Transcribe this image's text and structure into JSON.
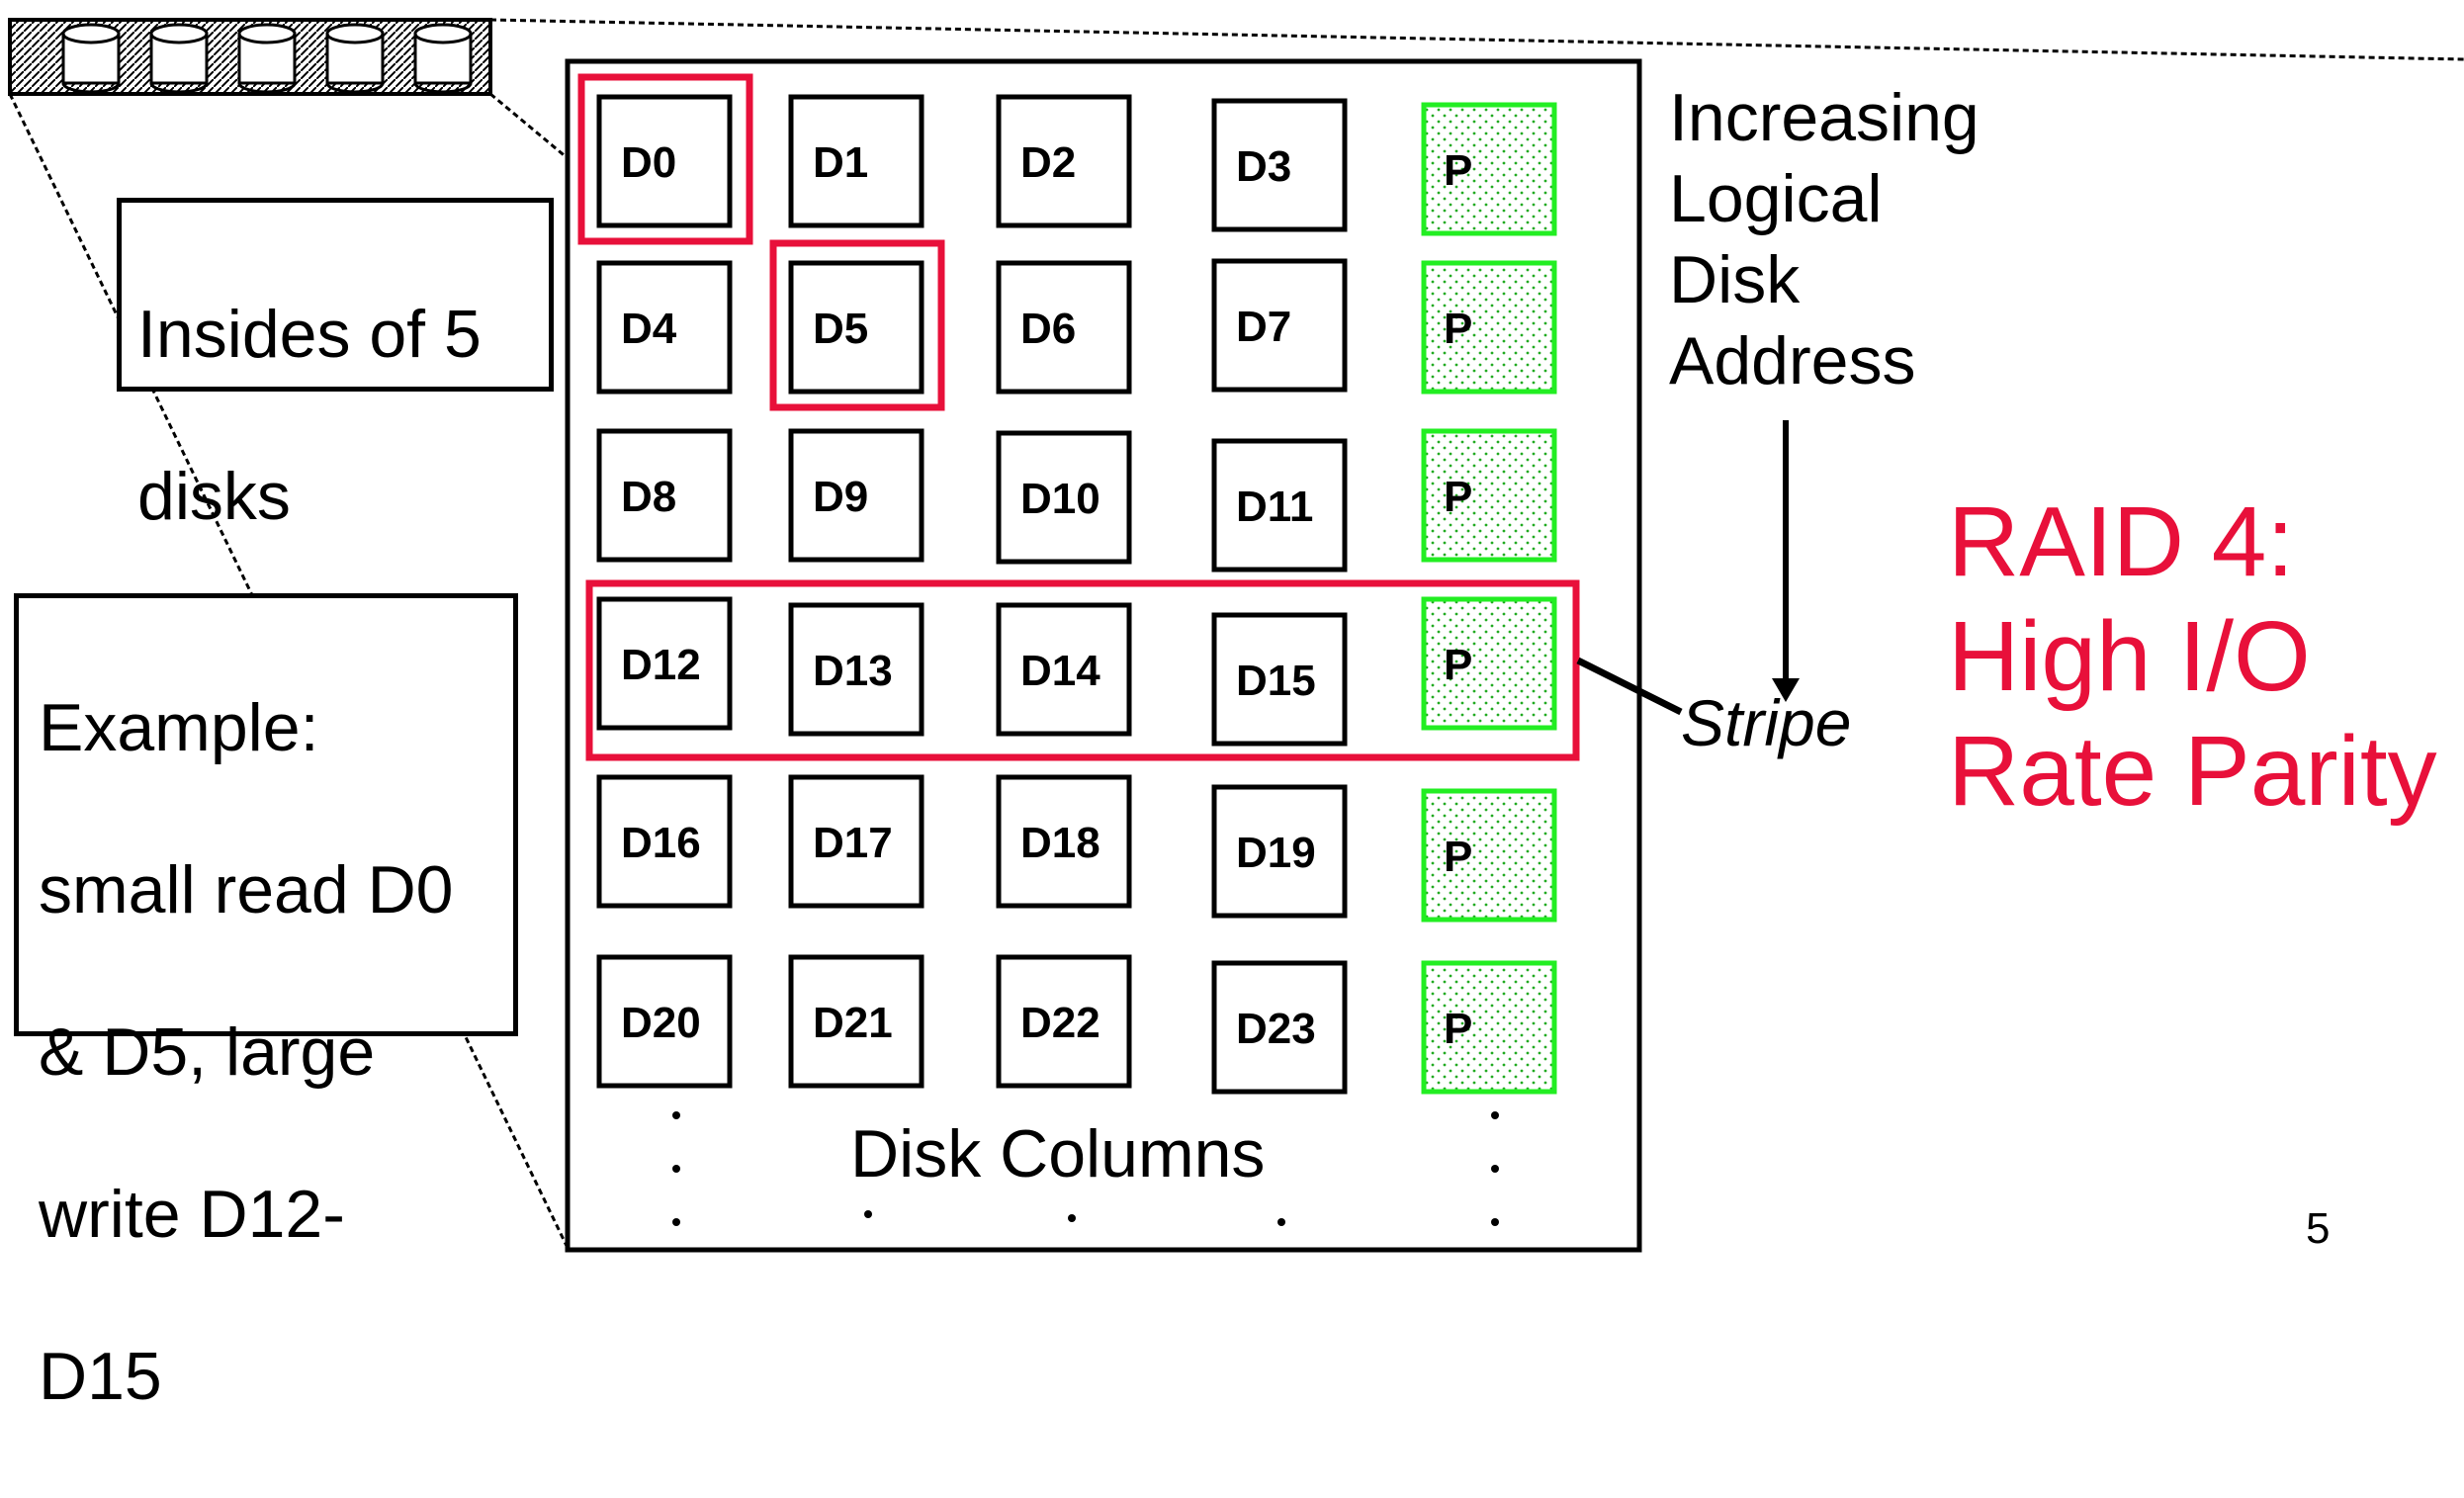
{
  "slide": {
    "page_number": "5",
    "title_lines": [
      "RAID 4:",
      "High I/O",
      "Rate Parity"
    ],
    "title_color": "#e8103a"
  },
  "callouts": {
    "insides": [
      "Insides of 5",
      "disks"
    ],
    "example": [
      "Example:",
      "small read D0",
      "& D5, large",
      "write D12-",
      "D15"
    ]
  },
  "address_label": [
    "Increasing",
    "Logical",
    "Disk",
    "Address"
  ],
  "stripe_label": "Stripe",
  "columns_label": "Disk Columns",
  "grid": {
    "rows": [
      [
        "D0",
        "D1",
        "D2",
        "D3",
        "P"
      ],
      [
        "D4",
        "D5",
        "D6",
        "D7",
        "P"
      ],
      [
        "D8",
        "D9",
        "D10",
        "D11",
        "P"
      ],
      [
        "D12",
        "D13",
        "D14",
        "D15",
        "P"
      ],
      [
        "D16",
        "D17",
        "D18",
        "D19",
        "P"
      ],
      [
        "D20",
        "D21",
        "D22",
        "D23",
        "P"
      ]
    ],
    "highlighted_blocks": [
      "D0",
      "D5"
    ],
    "highlighted_stripe": [
      "D12",
      "D13",
      "D14",
      "D15",
      "P"
    ],
    "parity_color": "#22ee22",
    "highlight_color": "#e8103a"
  },
  "disk_count": 5
}
